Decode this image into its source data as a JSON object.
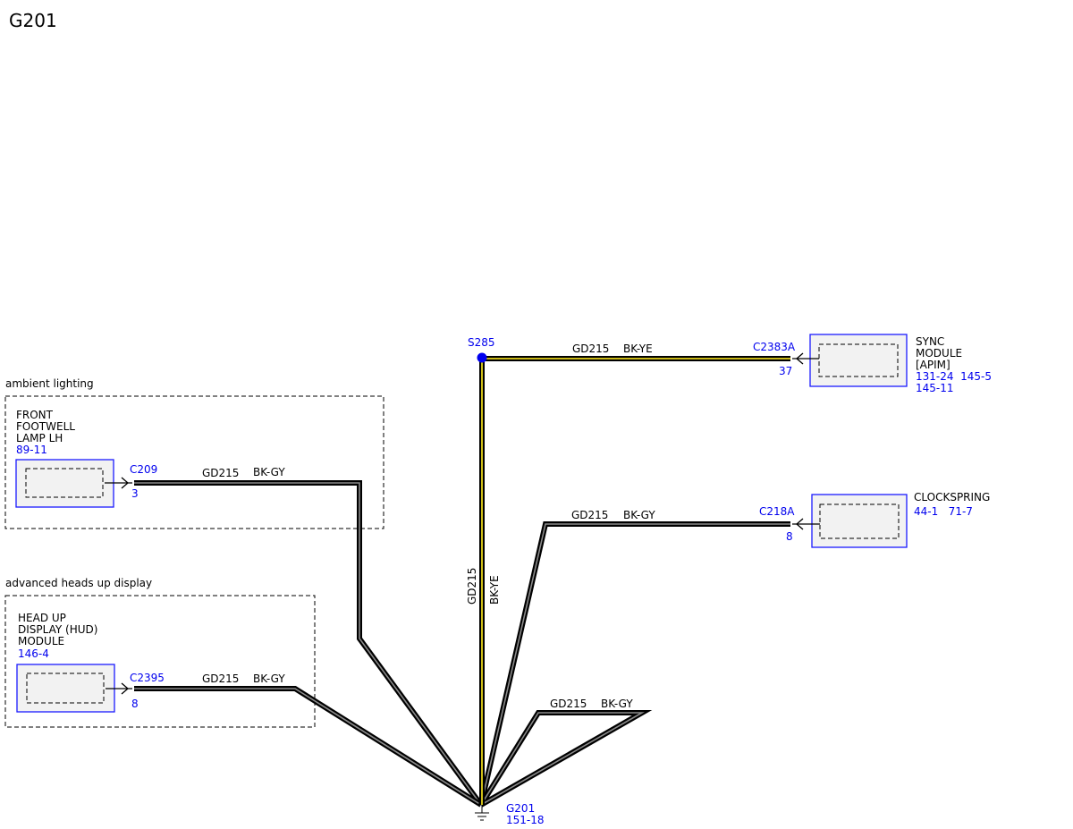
{
  "page_title": "G201",
  "groups": {
    "ambient": "ambient lighting",
    "hud": "advanced heads up display"
  },
  "modules": {
    "footwell": {
      "line1": "FRONT",
      "line2": "FOOTWELL",
      "line3": "LAMP LH",
      "ref": "89-11"
    },
    "hud": {
      "line1": "HEAD UP",
      "line2": "DISPLAY (HUD)",
      "line3": "MODULE",
      "ref": "146-4"
    },
    "sync": {
      "line1": "SYNC",
      "line2": "MODULE",
      "line3": "[APIM]",
      "ref1": "131-24  145-5",
      "ref2": "145-11"
    },
    "clockspring": {
      "line1": "CLOCKSPRING",
      "ref": "44-1   71-7"
    }
  },
  "connectors": {
    "c209": {
      "name": "C209",
      "pin": "3"
    },
    "c2395": {
      "name": "C2395",
      "pin": "8"
    },
    "c2383a": {
      "name": "C2383A",
      "pin": "37"
    },
    "c218a": {
      "name": "C218A",
      "pin": "8"
    }
  },
  "splice": {
    "name": "S285"
  },
  "ground": {
    "name": "G201",
    "ref": "151-18"
  },
  "wires": {
    "footwell": {
      "circuit": "GD215",
      "color": "BK-GY"
    },
    "hud": {
      "circuit": "GD215",
      "color": "BK-GY"
    },
    "sync": {
      "circuit": "GD215",
      "color": "BK-YE"
    },
    "vertical": {
      "circuit": "GD215",
      "color": "BK-YE"
    },
    "clockspring": {
      "circuit": "GD215",
      "color": "BK-GY"
    },
    "loop": {
      "circuit": "GD215",
      "color": "BK-GY"
    }
  },
  "colors": {
    "reference_blue": "#0000ee",
    "module_border": "#1a1aff",
    "wire_bk_gy_stripe": "#8a8a8a",
    "wire_bk_ye_stripe": "#e6d31a",
    "splice_dot": "#0000ee"
  }
}
